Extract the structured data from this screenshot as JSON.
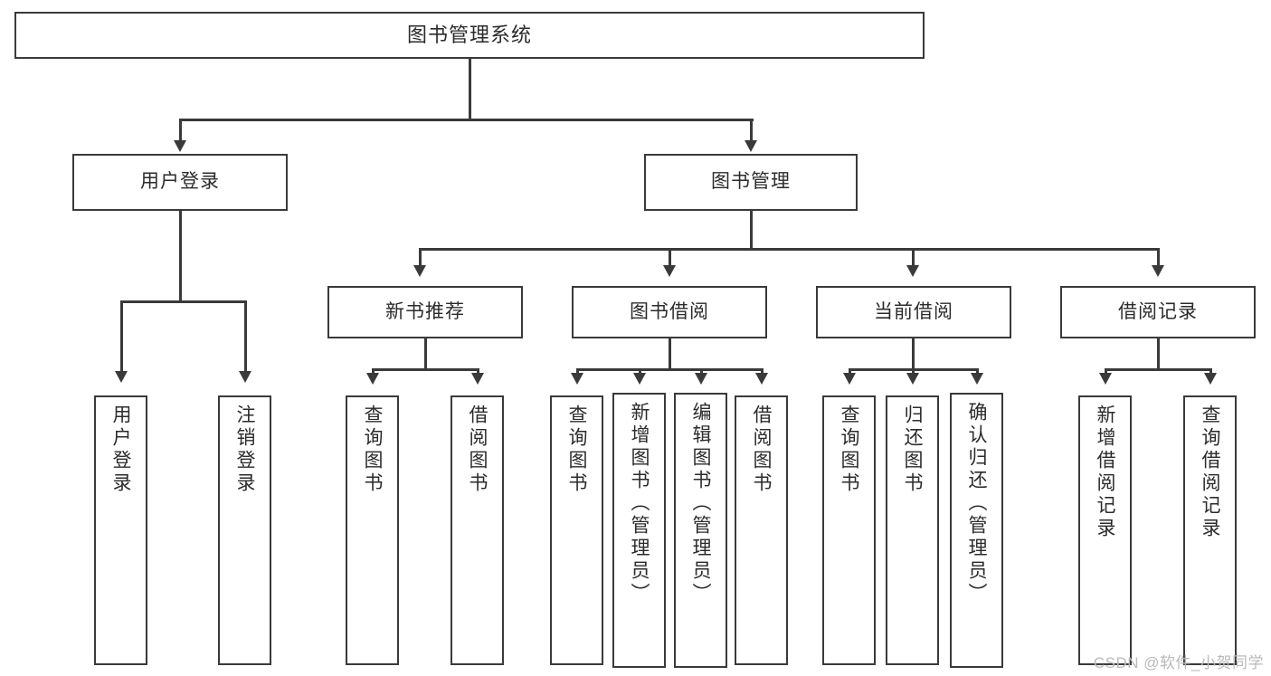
{
  "diagram": {
    "title": "图书管理系统",
    "type": "tree",
    "watermark": "CSDN @软件_小贺同学",
    "colors": {
      "stroke": "#3a3a3a",
      "text": "#2b2b2b",
      "background": "#ffffff",
      "watermark": "#b9b9b9"
    },
    "nodes": {
      "root": {
        "label": "图书管理系统"
      },
      "level2": [
        {
          "label": "用户登录"
        },
        {
          "label": "图书管理"
        }
      ],
      "level3": [
        {
          "label": "新书推荐"
        },
        {
          "label": "图书借阅"
        },
        {
          "label": "当前借阅"
        },
        {
          "label": "借阅记录"
        }
      ],
      "leaves": {
        "user_login": [
          {
            "label": "用户登录"
          },
          {
            "label": "注销登录"
          }
        ],
        "new_book": [
          {
            "label": "查询图书"
          },
          {
            "label": "借阅图书"
          }
        ],
        "book_borrow": [
          {
            "label": "查询图书"
          },
          {
            "label": "新增图书（管理员）"
          },
          {
            "label": "编辑图书（管理员）"
          },
          {
            "label": "借阅图书"
          }
        ],
        "current_borrow": [
          {
            "label": "查询图书"
          },
          {
            "label": "归还图书"
          },
          {
            "label": "确认归还（管理员）"
          }
        ],
        "borrow_record": [
          {
            "label": "新增借阅记录"
          },
          {
            "label": "查询借阅记录"
          }
        ]
      }
    }
  }
}
